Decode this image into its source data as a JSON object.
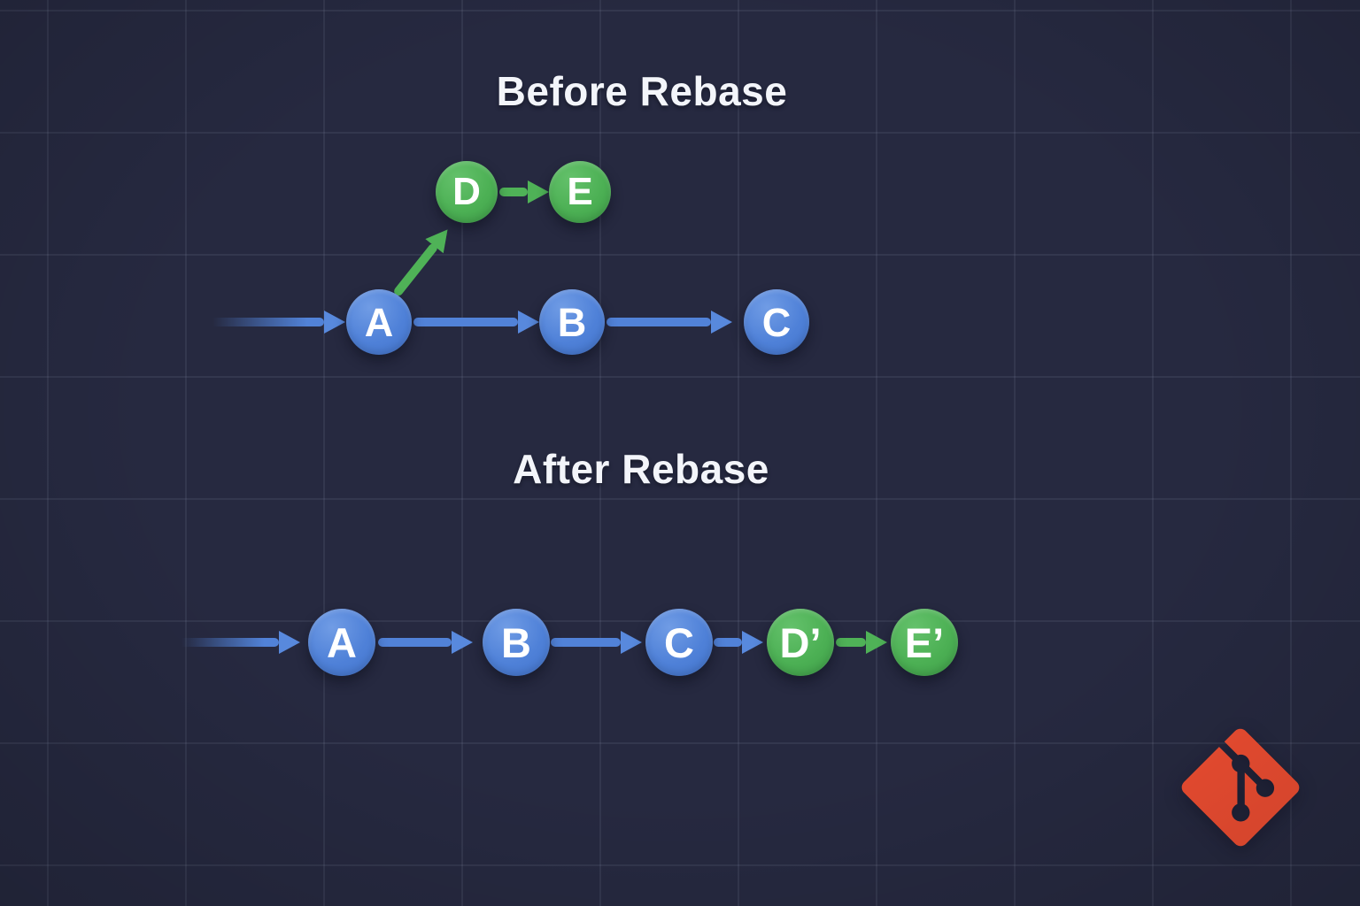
{
  "before": {
    "title": "Before Rebase",
    "main_nodes": [
      "A",
      "B",
      "C"
    ],
    "feature_nodes": [
      "D",
      "E"
    ]
  },
  "after": {
    "title": "After Rebase",
    "nodes": [
      "A",
      "B",
      "C",
      "D’",
      "E’"
    ]
  },
  "icons": {
    "logo": "git-logo"
  },
  "colors": {
    "background": "#262940",
    "main_commit": "#4f81d8",
    "feature_commit": "#4cb054",
    "arrow_main": "#5182d8",
    "arrow_feature": "#4fb257",
    "title_text": "#f3f5fa",
    "git_logo": "#f04e32"
  }
}
